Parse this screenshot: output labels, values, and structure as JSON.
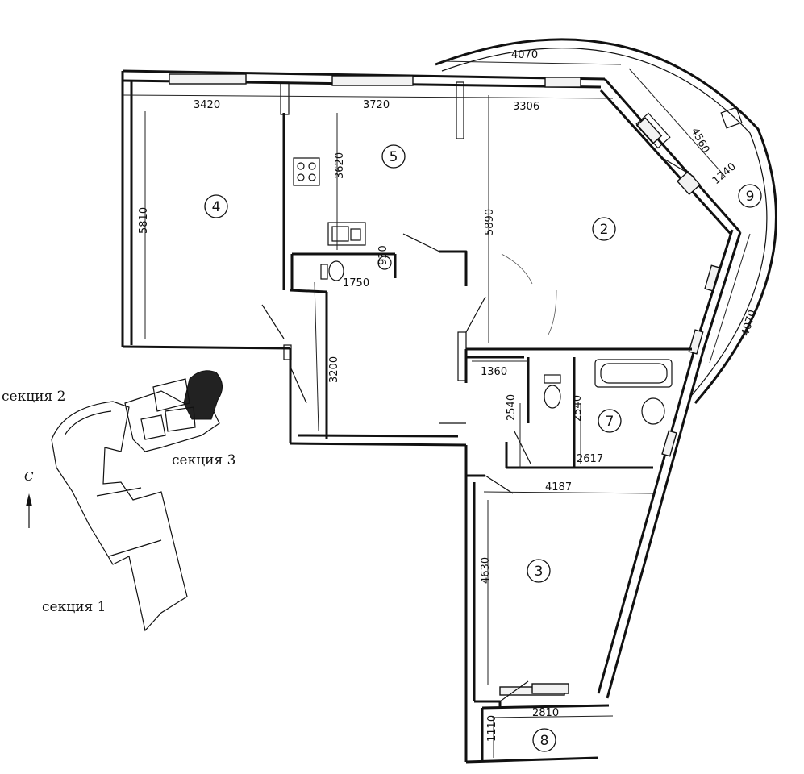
{
  "dimensions": {
    "d3420": "3420",
    "d3720": "3720",
    "d3306": "3306",
    "d4070_top": "4070",
    "d4560": "4560",
    "d1240": "1240",
    "d4070_right": "4070",
    "d5810": "5810",
    "d3620": "3620",
    "d5890": "5890",
    "d1750": "1750",
    "d930": "930",
    "d3200": "3200",
    "d1360": "1360",
    "d2540_left": "2540",
    "d2540_right": "2540",
    "d2617": "2617",
    "d4187": "4187",
    "d4630": "4630",
    "d2810": "2810",
    "d1110": "1110"
  },
  "rooms": {
    "r2": "2",
    "r3": "3",
    "r4": "4",
    "r5": "5",
    "r7": "7",
    "r8": "8",
    "r9": "9"
  },
  "site_plan": {
    "section1": "секция 1",
    "section2": "секция 2",
    "section3": "секция 3",
    "north": "С"
  }
}
